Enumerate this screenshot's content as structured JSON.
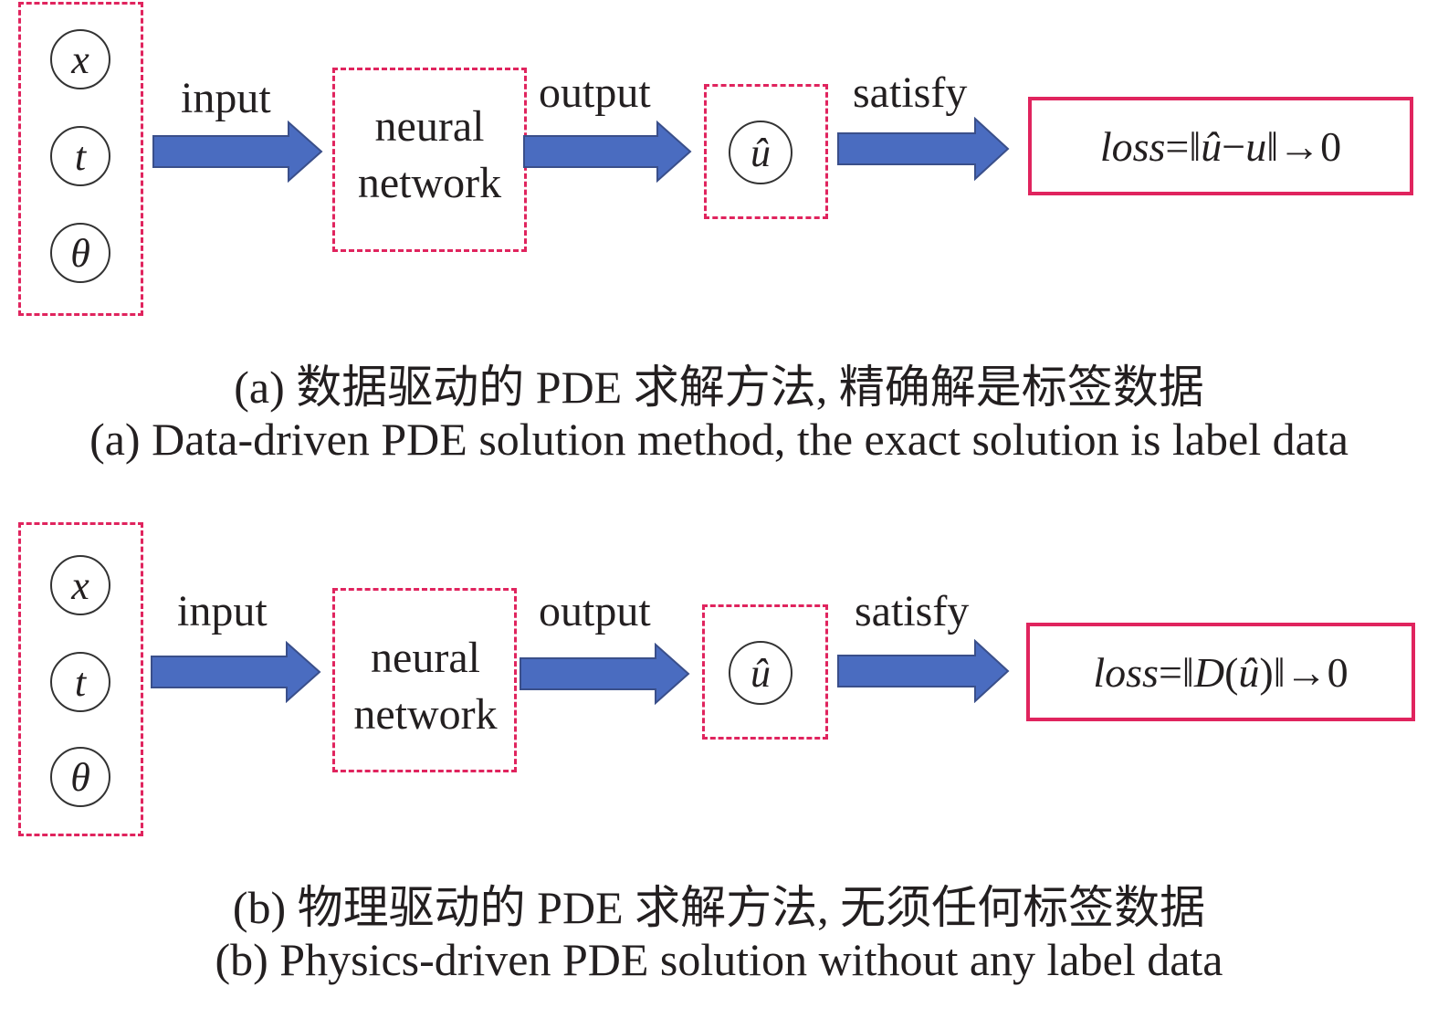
{
  "panel_a": {
    "inputs": [
      "x",
      "t",
      "θ"
    ],
    "input_label": "input",
    "network_line1": "neural",
    "network_line2": "network",
    "output_label": "output",
    "output_symbol": "û",
    "satisfy_label": "satisfy",
    "loss": {
      "prefix": "loss",
      "equals": " = ",
      "open_norm": "‖",
      "term1": "û",
      "minus": " − ",
      "term2": "u",
      "close_norm": "‖",
      "arrow": "→",
      "zero": "0"
    },
    "caption_zh": "(a) 数据驱动的 PDE 求解方法, 精确解是标签数据",
    "caption_en": "(a) Data-driven PDE solution method, the exact solution is label data"
  },
  "panel_b": {
    "inputs": [
      "x",
      "t",
      "θ"
    ],
    "input_label": "input",
    "network_line1": "neural",
    "network_line2": "network",
    "output_label": "output",
    "output_symbol": "û",
    "satisfy_label": "satisfy",
    "loss": {
      "prefix": "loss",
      "equals": " = ",
      "open_norm": "‖",
      "operator": "D",
      "paren_open": " (",
      "term1": "û",
      "paren_close": ")",
      "close_norm": "‖",
      "arrow": "→",
      "zero": "0"
    },
    "caption_zh": "(b) 物理驱动的 PDE 求解方法, 无须任何标签数据",
    "caption_en": "(b) Physics-driven PDE solution without any label data"
  },
  "colors": {
    "dashed_border": "#e0245e",
    "arrow_fill": "#4a6cc0",
    "arrow_stroke": "#3a4f8a"
  }
}
